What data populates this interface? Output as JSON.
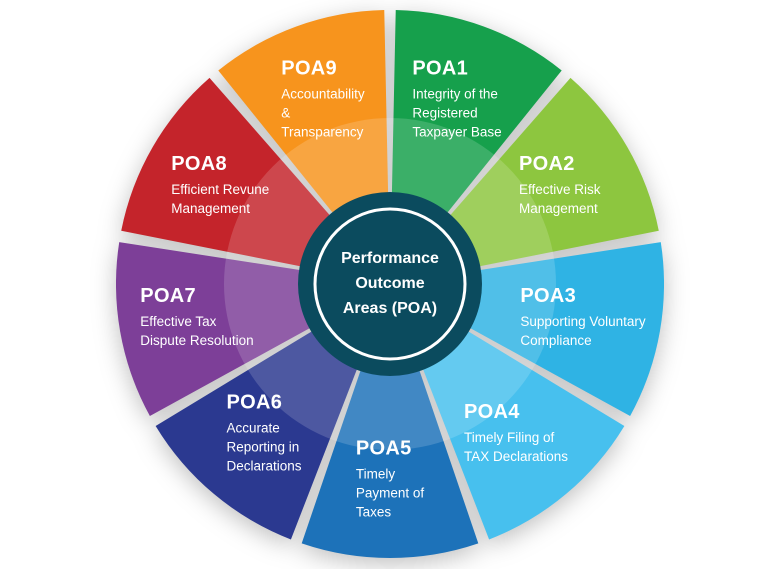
{
  "title": "Performance Outcome Areas wheel diagram",
  "background_color": "#ffffff",
  "center": {
    "label": "Performance\nOutcome\nAreas (POA)",
    "color": "#0b4b5e",
    "ring_color": "#ffffff",
    "text_color": "#ffffff"
  },
  "inner_tint_opacity": 0.16,
  "segments": [
    {
      "id": "POA1",
      "description": "Integrity of the\nRegistered\nTaxpayer Base",
      "color": "#16a04c"
    },
    {
      "id": "POA2",
      "description": "Effective Risk\nManagement",
      "color": "#8dc63f"
    },
    {
      "id": "POA3",
      "description": "Supporting Voluntary\nCompliance",
      "color": "#2fb3e4"
    },
    {
      "id": "POA4",
      "description": "Timely Filing of\nTAX Declarations",
      "color": "#47c0ee"
    },
    {
      "id": "POA5",
      "description": "Timely\nPayment of\nTaxes",
      "color": "#1d72b9"
    },
    {
      "id": "POA6",
      "description": "Accurate\nReporting in\nDeclarations",
      "color": "#2b3990"
    },
    {
      "id": "POA7",
      "description": "Effective Tax\nDispute Resolution",
      "color": "#7d3f98"
    },
    {
      "id": "POA8",
      "description": "Efficient Revune\nManagement",
      "color": "#c4242b"
    },
    {
      "id": "POA9",
      "description": "Accountability\n&\nTransparency",
      "color": "#f7941d"
    }
  ]
}
